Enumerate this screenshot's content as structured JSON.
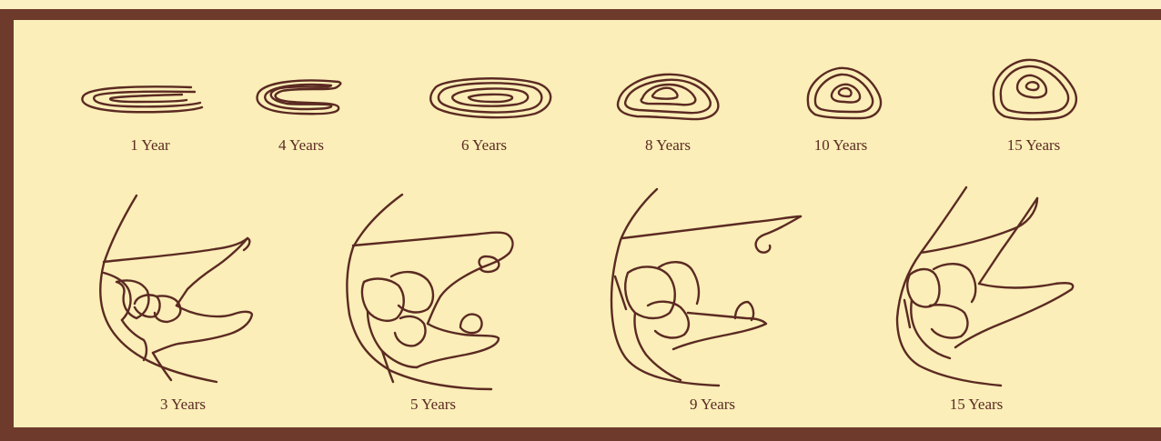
{
  "cross_sections": [
    {
      "label": "1 Year"
    },
    {
      "label": "4 Years"
    },
    {
      "label": "6 Years"
    },
    {
      "label": "8 Years"
    },
    {
      "label": "10 Years"
    },
    {
      "label": "15 Years"
    }
  ],
  "jaws": [
    {
      "label": "3 Years"
    },
    {
      "label": "5 Years"
    },
    {
      "label": "9 Years"
    },
    {
      "label": "15 Years"
    }
  ],
  "colors": {
    "frame": "#6e3a2c",
    "background": "#fbeeb8",
    "ink": "#5b2a22"
  }
}
